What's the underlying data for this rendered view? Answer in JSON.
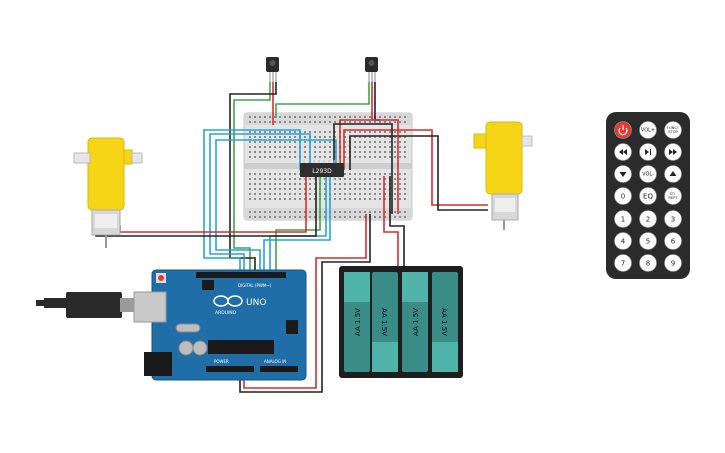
{
  "circuit": {
    "chip_label": "L293D",
    "arduino": {
      "brand": "ARDUINO",
      "model": "UNO",
      "header_digital": "DIGITAL (PWM~)",
      "header_power": "POWER",
      "header_analog": "ANALOG IN"
    },
    "battery_label": "AA 1.5V"
  },
  "remote": {
    "buttons": [
      {
        "name": "remote-button-power",
        "label": "",
        "icon": "power-icon"
      },
      {
        "name": "remote-button-vol-up",
        "label": "VOL+"
      },
      {
        "name": "remote-button-func-stop",
        "label": "FUNC/ STOP"
      },
      {
        "name": "remote-button-rewind",
        "label": "",
        "icon": "rewind-icon"
      },
      {
        "name": "remote-button-play-pause",
        "label": "",
        "icon": "play-pause-icon"
      },
      {
        "name": "remote-button-fast-forward",
        "label": "",
        "icon": "fast-forward-icon"
      },
      {
        "name": "remote-button-down",
        "label": "",
        "icon": "triangle-down-icon"
      },
      {
        "name": "remote-button-vol-down",
        "label": "VOL-"
      },
      {
        "name": "remote-button-up",
        "label": "",
        "icon": "triangle-up-icon"
      },
      {
        "name": "remote-button-0",
        "label": "0"
      },
      {
        "name": "remote-button-eq",
        "label": "EQ"
      },
      {
        "name": "remote-button-st-rept",
        "label": "ST/ REPT"
      },
      {
        "name": "remote-button-1",
        "label": "1"
      },
      {
        "name": "remote-button-2",
        "label": "2"
      },
      {
        "name": "remote-button-3",
        "label": "3"
      },
      {
        "name": "remote-button-4",
        "label": "4"
      },
      {
        "name": "remote-button-5",
        "label": "5"
      },
      {
        "name": "remote-button-6",
        "label": "6"
      },
      {
        "name": "remote-button-7",
        "label": "7"
      },
      {
        "name": "remote-button-8",
        "label": "8"
      },
      {
        "name": "remote-button-9",
        "label": "9"
      }
    ]
  },
  "colors": {
    "arduino_blue": "#1f6ea8",
    "battery_teal": "#3a8c86",
    "battery_light": "#4fb3a9",
    "motor_yellow": "#f6d516",
    "wire_red": "#d32f2f",
    "wire_black": "#222222",
    "wire_blue": "#29a3d6",
    "wire_green": "#3aa84a",
    "remote_body": "#2b2b2b",
    "power_red": "#e53935"
  }
}
